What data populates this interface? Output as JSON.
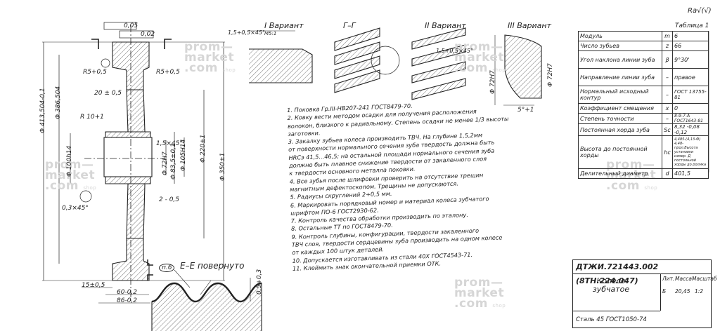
{
  "roughness_mark": "Ra√(√)",
  "table_title": "Таблица 1",
  "params": [
    {
      "name": "Модуль",
      "sym": "m",
      "val": "6"
    },
    {
      "name": "Число зубьев",
      "sym": "z",
      "val": "66"
    },
    {
      "name": "Угол наклона линии зуба",
      "sym": "β",
      "val": "9°30'"
    },
    {
      "name": "Направление линии зуба",
      "sym": "–",
      "val": "правое"
    },
    {
      "name": "Нормальный исходный контур",
      "sym": "–",
      "val": "ГОСТ 13755-81"
    },
    {
      "name": "Коэффициент смещения",
      "sym": "x",
      "val": "0"
    },
    {
      "name": "Степень точности",
      "sym": "–",
      "val": "8-9-7-А ГОСТ1643-81"
    },
    {
      "name": "Постоянная хорда зуба",
      "sym": "Sc",
      "val": "8,32 -0,08 -0,12"
    },
    {
      "name": "Высота до постоянной хорды",
      "sym": "hc",
      "val": "4,485-(4,13-Ф) 4,48-прол.Высота установки измер. Д постоянной хорды до ролика"
    },
    {
      "name": "Делительный диаметр",
      "sym": "d",
      "val": "401,5"
    }
  ],
  "notes": [
    "1. Поковка Гр.III-НВ207-241 ГОСТ8479-70.",
    "2. Ковку вести методом осадки для получения расположения",
    "волокон, близкого к радиальному. Степень осадки не менее 1/3 высоты",
    "заготовки.",
    "3. Закалку зубьев колеса производить ТВЧ. На глубине 1,5,2мм",
    "от поверхности нормального сечения зуба твердость должна быть",
    "HRCэ 41,5...46,5; на остальной площади нормального сечения зуба",
    "должно быть плавное снижение твердости от закаленного слоя",
    "к твердости основного металла поковки.",
    "4. Все зубья после шлифовки проверить на отсутствие трещин",
    "магнитным дефектоскопом. Трещины не допускаются.",
    "5. Радиусы скруглений 2+0,5 мм.",
    "6. Маркировать порядковый номер и материал колеса зубчатого",
    "шрифтом ПО-6 ГОСТ2930-62.",
    "7. Контроль качества обработки производить по эталону.",
    "8. Остальные ТТ по ГОСТ8479-70.",
    "9. Контроль глубины, конфигурации, твердости закаленного",
    "ТВЧ слоя, твердости сердцевины зуба производить на одном колесе",
    "от каждых 100 штук деталей.",
    "10. Допускается изготавливать из стали 40Х ГОСТ4543-71.",
    "11. Клеймить знак окончательной приемки ОТК."
  ],
  "titleblock": {
    "code": "ДТЖИ.721443.002 (8ТН.224.047)",
    "name_line1": "Колесо",
    "name_line2": "зубчатое",
    "material": "Сталь 45 ГОСТ1050-74",
    "lit_label": "Лит.",
    "mass_label": "Масса",
    "scale_label": "Масштаб",
    "lit": "Б",
    "mass": "20,45",
    "scale": "1:2"
  },
  "section_labels": {
    "v1": "I   Вариант",
    "v1_scale": "М5:1",
    "gg": "Г–Г",
    "v2": "II   Вариант",
    "v3": "III   Вариант",
    "ee": "Е–Е  повернуто",
    "n6": "п.6"
  },
  "dims": {
    "d_outer": "Φ 413,504-0,1",
    "d_386": "Φ 386,504",
    "d_350": "Φ 350±1",
    "d_220": "Φ 220±1",
    "d_105": "Φ 105Н14",
    "d_100": "Φ 100h14",
    "d_72": "Φ 72Н7",
    "d_83": "Φ 83,5±0,1",
    "r_top": "R5+0,5",
    "r_top2": "R5+0,5",
    "r10": "R 10+1",
    "w_20": "20 ± 0,5",
    "w_15": "15±0,5",
    "w_60": "60-0,2",
    "w_86": "86-0,2",
    "w_2": "2 - 0,5",
    "ch_15": "1,5×45°",
    "ch_03": "0,3×45°",
    "tol_005": "0,05",
    "tol_002": "0,02",
    "fine": "1,5+0,5×45°",
    "v3_d": "Φ 72Н7",
    "v3_ang": "5°+1",
    "ee_h": "0,5+0,3"
  },
  "watermark": {
    "l1": "prom—",
    "l2": "market",
    "l3": ".com",
    "shop": "shop"
  }
}
